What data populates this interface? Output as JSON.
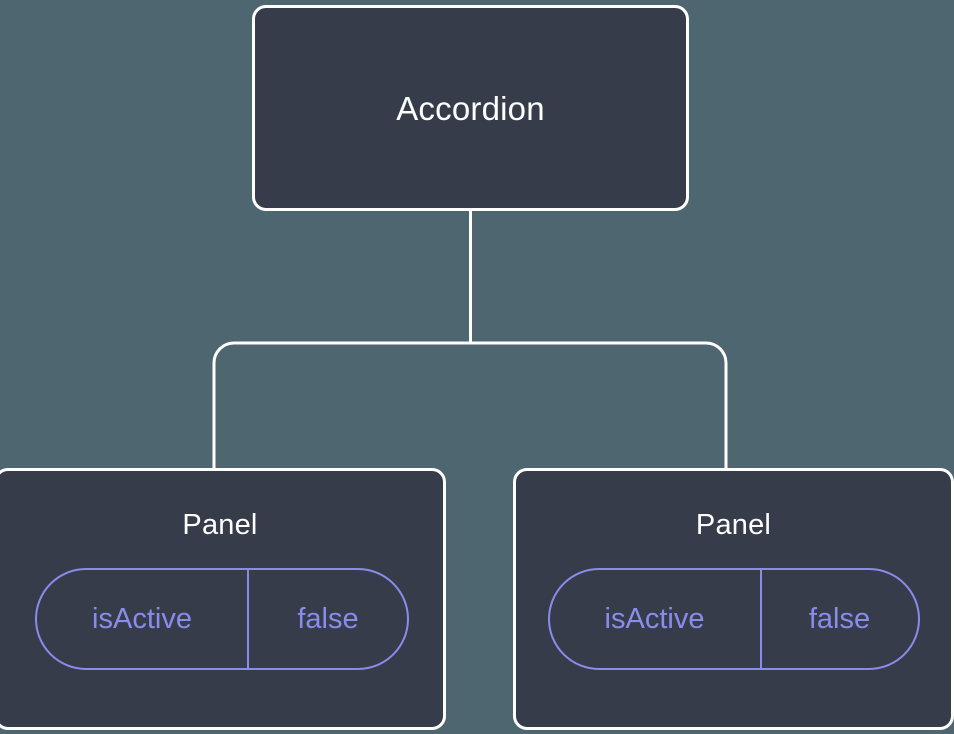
{
  "canvas": {
    "background_color": "#4d666f",
    "node_fill_color": "#363c4a",
    "node_border_color": "#ffffff",
    "edge_color": "#ffffff",
    "prop_accent_color": "#8a8cec"
  },
  "tree": {
    "root": {
      "title": "Accordion"
    },
    "children": [
      {
        "title": "Panel",
        "prop": {
          "key": "isActive",
          "value": "false"
        }
      },
      {
        "title": "Panel",
        "prop": {
          "key": "isActive",
          "value": "false"
        }
      }
    ]
  }
}
